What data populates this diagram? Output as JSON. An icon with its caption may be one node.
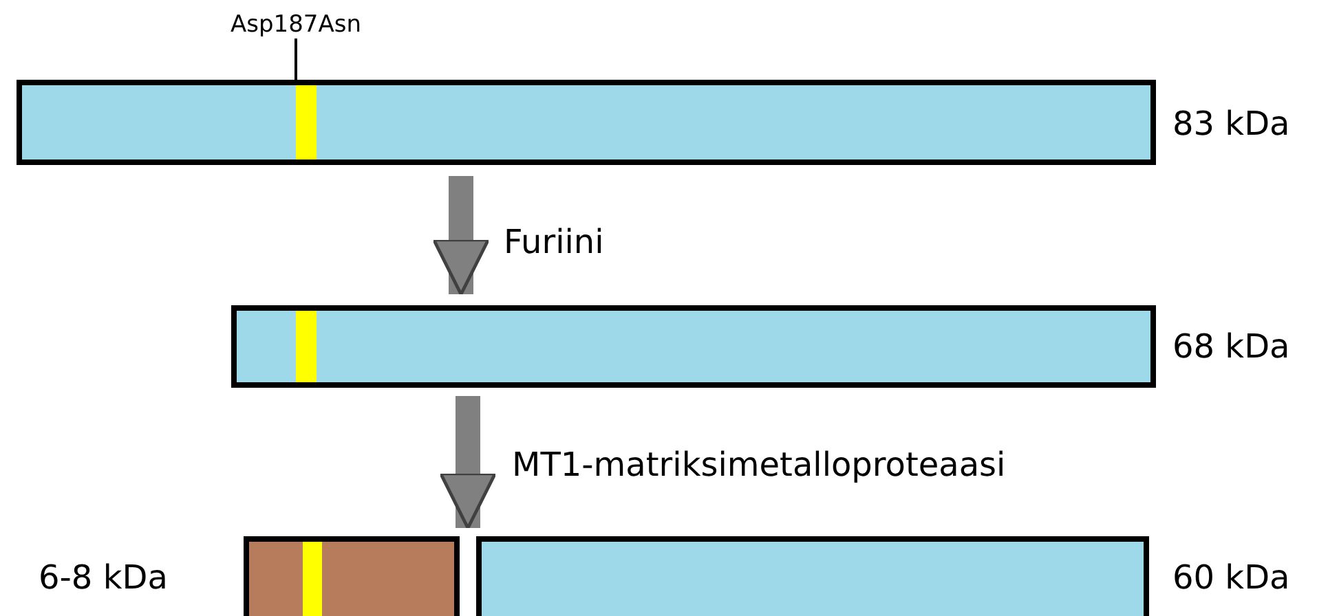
{
  "diagram": {
    "nodes": [
      {
        "text": [
          "Asp187Asn"
        ]
      },
      {
        "text": [],
        "shape": "bar",
        "beside": [
          "83 kDa"
        ]
      },
      {
        "text": [],
        "shape": "bar",
        "in": 1
      },
      {
        "text": [],
        "shape": "bar",
        "beside": [
          "68 kDa"
        ]
      },
      {
        "text": [],
        "shape": "bar",
        "in": 3
      },
      {
        "text": [],
        "shape": "bar",
        "beside": [
          "6-8 kDa"
        ]
      },
      {
        "text": [],
        "shape": "bar",
        "in": 5
      },
      {
        "text": [],
        "shape": "bar",
        "beside": [
          "60 kDa"
        ]
      }
    ],
    "edges": [
      {
        "from": 0,
        "to": 2,
        "arrow": "none",
        "color": "#000000"
      },
      {
        "from": 1,
        "to": 3,
        "arrow": "to",
        "label": "Furiini"
      },
      {
        "from": 3,
        "to": 5,
        "arrow": "to",
        "label": "MT1-matriksimetalloproteaasi"
      },
      {
        "from": 3,
        "to": 7,
        "arrow": "to"
      }
    ]
  }
}
